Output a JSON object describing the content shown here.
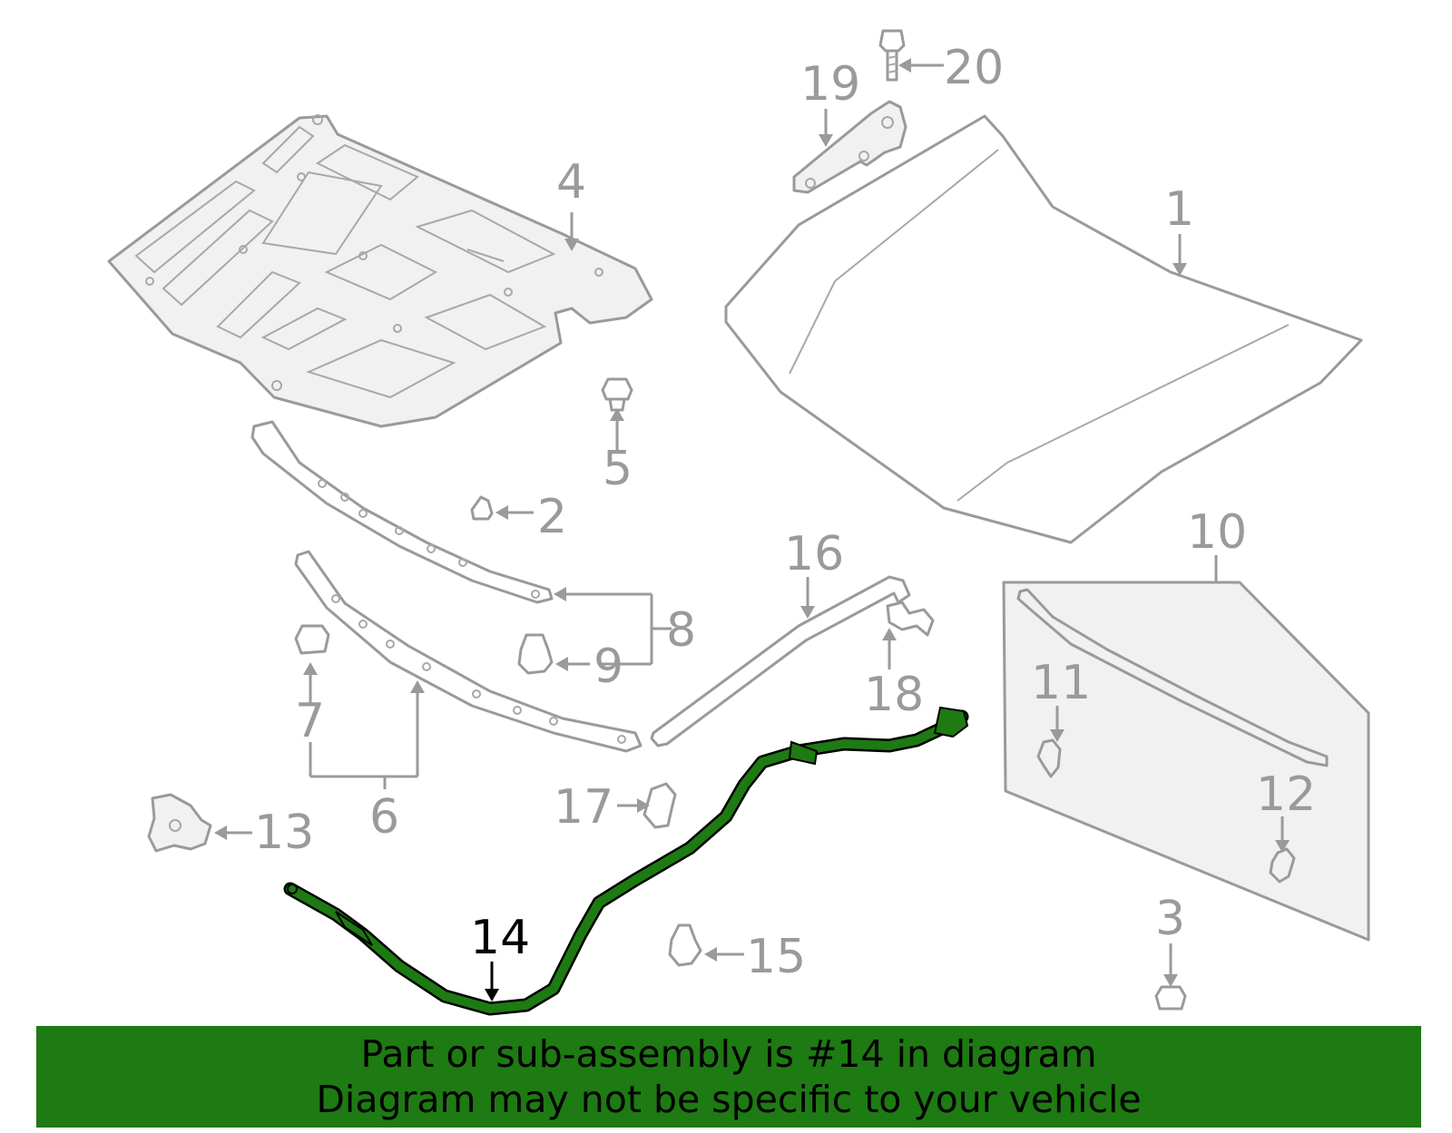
{
  "callouts": {
    "c1": "1",
    "c2": "2",
    "c3": "3",
    "c4": "4",
    "c5": "5",
    "c6": "6",
    "c7": "7",
    "c8": "8",
    "c9": "9",
    "c10": "10",
    "c11": "11",
    "c12": "12",
    "c13": "13",
    "c14": "14",
    "c15": "15",
    "c16": "16",
    "c17": "17",
    "c18": "18",
    "c19": "19",
    "c20": "20"
  },
  "highlighted_part": "14",
  "colors": {
    "highlight": "#1e7a12",
    "parts": "#9a9a9a",
    "banner_bg": "#1e7a12"
  },
  "banner": {
    "line1": "Part or sub-assembly is #14 in diagram",
    "line2": "Diagram may not be specific to your vehicle"
  }
}
